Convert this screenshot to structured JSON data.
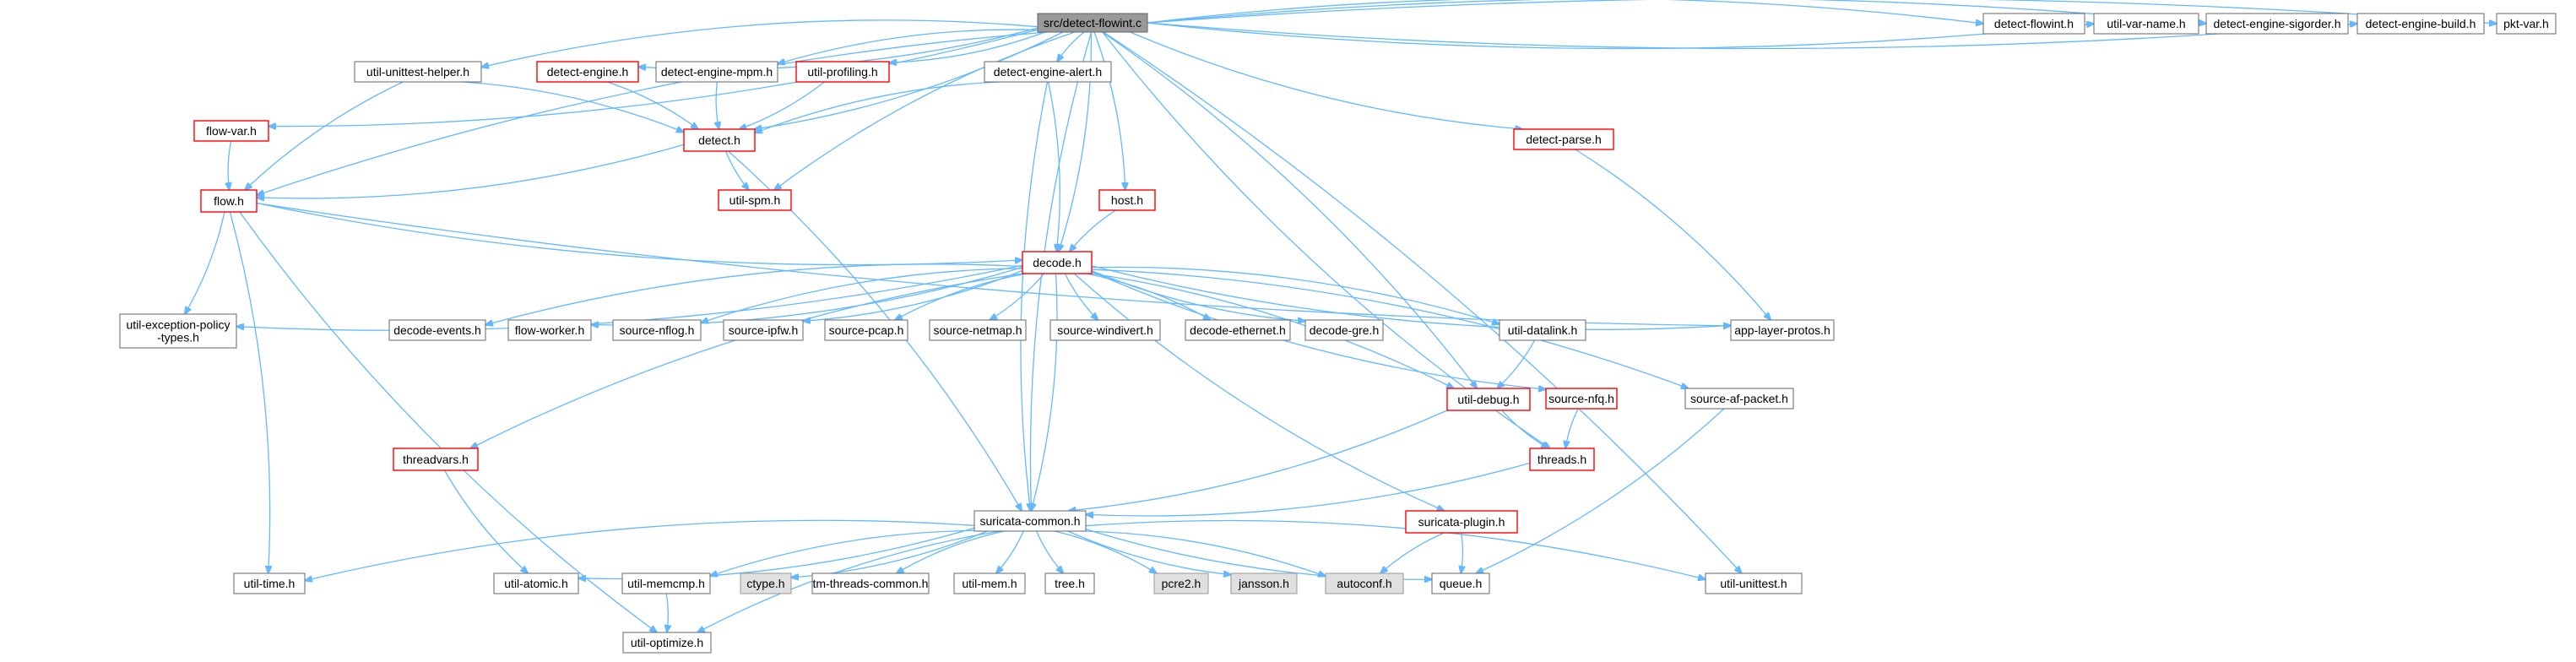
{
  "title": "src/detect-flowint.c",
  "legend_colors": {
    "edge": "#63b8ff",
    "truncated_border": "#ff0000",
    "system_header_fill": "#e0e0e0",
    "root_fill": "#999999"
  },
  "nodes": [
    {
      "id": "root",
      "label": "src/detect-flowint.c",
      "kind": "root"
    },
    {
      "id": "flowvar",
      "label": "flow-var.h",
      "kind": "trunc"
    },
    {
      "id": "unittesthelper",
      "label": "util-unittest-helper.h",
      "kind": "normal"
    },
    {
      "id": "detectengine",
      "label": "detect-engine.h",
      "kind": "trunc"
    },
    {
      "id": "mpm",
      "label": "detect-engine-mpm.h",
      "kind": "normal"
    },
    {
      "id": "profiling",
      "label": "util-profiling.h",
      "kind": "trunc"
    },
    {
      "id": "alert",
      "label": "detect-engine-alert.h",
      "kind": "normal"
    },
    {
      "id": "detecth",
      "label": "detect.h",
      "kind": "trunc"
    },
    {
      "id": "spm",
      "label": "util-spm.h",
      "kind": "trunc"
    },
    {
      "id": "host",
      "label": "host.h",
      "kind": "trunc"
    },
    {
      "id": "parse",
      "label": "detect-parse.h",
      "kind": "trunc"
    },
    {
      "id": "flowint",
      "label": "detect-flowint.h",
      "kind": "normal"
    },
    {
      "id": "varname",
      "label": "util-var-name.h",
      "kind": "normal"
    },
    {
      "id": "sigorder",
      "label": "detect-engine-sigorder.h",
      "kind": "normal"
    },
    {
      "id": "build",
      "label": "detect-engine-build.h",
      "kind": "normal"
    },
    {
      "id": "pktvar",
      "label": "pkt-var.h",
      "kind": "normal"
    },
    {
      "id": "flowh",
      "label": "flow.h",
      "kind": "trunc"
    },
    {
      "id": "decode",
      "label": "decode.h",
      "kind": "trunc"
    },
    {
      "id": "excpol",
      "label": "util-exception-policy\n-types.h",
      "kind": "normal"
    },
    {
      "id": "devents",
      "label": "decode-events.h",
      "kind": "normal"
    },
    {
      "id": "worker",
      "label": "flow-worker.h",
      "kind": "normal"
    },
    {
      "id": "nflog",
      "label": "source-nflog.h",
      "kind": "normal"
    },
    {
      "id": "ipfw",
      "label": "source-ipfw.h",
      "kind": "normal"
    },
    {
      "id": "pcap",
      "label": "source-pcap.h",
      "kind": "normal"
    },
    {
      "id": "netmap",
      "label": "source-netmap.h",
      "kind": "normal"
    },
    {
      "id": "windivert",
      "label": "source-windivert.h",
      "kind": "normal"
    },
    {
      "id": "ethernet",
      "label": "decode-ethernet.h",
      "kind": "normal"
    },
    {
      "id": "gre",
      "label": "decode-gre.h",
      "kind": "normal"
    },
    {
      "id": "datalink",
      "label": "util-datalink.h",
      "kind": "normal"
    },
    {
      "id": "protos",
      "label": "app-layer-protos.h",
      "kind": "normal"
    },
    {
      "id": "debug",
      "label": "util-debug.h",
      "kind": "trunc"
    },
    {
      "id": "nfq",
      "label": "source-nfq.h",
      "kind": "trunc"
    },
    {
      "id": "afpacket",
      "label": "source-af-packet.h",
      "kind": "normal"
    },
    {
      "id": "threadvars",
      "label": "threadvars.h",
      "kind": "trunc"
    },
    {
      "id": "threads",
      "label": "threads.h",
      "kind": "trunc"
    },
    {
      "id": "common",
      "label": "suricata-common.h",
      "kind": "normal"
    },
    {
      "id": "plugin",
      "label": "suricata-plugin.h",
      "kind": "trunc"
    },
    {
      "id": "time",
      "label": "util-time.h",
      "kind": "normal"
    },
    {
      "id": "atomic",
      "label": "util-atomic.h",
      "kind": "normal"
    },
    {
      "id": "memcmp",
      "label": "util-memcmp.h",
      "kind": "normal"
    },
    {
      "id": "ctype",
      "label": "ctype.h",
      "kind": "sys"
    },
    {
      "id": "tmthreads",
      "label": "tm-threads-common.h",
      "kind": "normal"
    },
    {
      "id": "mem",
      "label": "util-mem.h",
      "kind": "normal"
    },
    {
      "id": "tree",
      "label": "tree.h",
      "kind": "normal"
    },
    {
      "id": "pcre2",
      "label": "pcre2.h",
      "kind": "sys"
    },
    {
      "id": "jansson",
      "label": "jansson.h",
      "kind": "sys"
    },
    {
      "id": "autoconf",
      "label": "autoconf.h",
      "kind": "sys"
    },
    {
      "id": "queue",
      "label": "queue.h",
      "kind": "normal"
    },
    {
      "id": "unittest",
      "label": "util-unittest.h",
      "kind": "normal"
    },
    {
      "id": "optimize",
      "label": "util-optimize.h",
      "kind": "normal"
    }
  ],
  "edges": [
    [
      "root",
      "flowvar"
    ],
    [
      "root",
      "unittesthelper"
    ],
    [
      "root",
      "detectengine"
    ],
    [
      "root",
      "mpm"
    ],
    [
      "root",
      "profiling"
    ],
    [
      "root",
      "alert"
    ],
    [
      "root",
      "detecth"
    ],
    [
      "root",
      "spm"
    ],
    [
      "root",
      "host"
    ],
    [
      "root",
      "parse"
    ],
    [
      "root",
      "flowint"
    ],
    [
      "root",
      "varname"
    ],
    [
      "root",
      "sigorder"
    ],
    [
      "root",
      "build"
    ],
    [
      "root",
      "pktvar"
    ],
    [
      "root",
      "flowh"
    ],
    [
      "root",
      "decode"
    ],
    [
      "root",
      "common"
    ],
    [
      "root",
      "debug"
    ],
    [
      "root",
      "threads"
    ],
    [
      "root",
      "unittest"
    ],
    [
      "flowvar",
      "flowh"
    ],
    [
      "unittesthelper",
      "detecth"
    ],
    [
      "unittesthelper",
      "flowh"
    ],
    [
      "detectengine",
      "detecth"
    ],
    [
      "mpm",
      "detecth"
    ],
    [
      "profiling",
      "detecth"
    ],
    [
      "alert",
      "detecth"
    ],
    [
      "alert",
      "decode"
    ],
    [
      "alert",
      "common"
    ],
    [
      "detecth",
      "flowh"
    ],
    [
      "detecth",
      "spm"
    ],
    [
      "detecth",
      "common"
    ],
    [
      "host",
      "decode"
    ],
    [
      "parse",
      "protos"
    ],
    [
      "flowh",
      "decode"
    ],
    [
      "flowh",
      "excpol"
    ],
    [
      "flowh",
      "protos"
    ],
    [
      "flowh",
      "time"
    ],
    [
      "flowh",
      "optimize"
    ],
    [
      "decode",
      "excpol"
    ],
    [
      "decode",
      "devents"
    ],
    [
      "decode",
      "worker"
    ],
    [
      "decode",
      "nflog"
    ],
    [
      "decode",
      "ipfw"
    ],
    [
      "decode",
      "pcap"
    ],
    [
      "decode",
      "netmap"
    ],
    [
      "decode",
      "windivert"
    ],
    [
      "decode",
      "ethernet"
    ],
    [
      "decode",
      "gre"
    ],
    [
      "decode",
      "datalink"
    ],
    [
      "decode",
      "protos"
    ],
    [
      "decode",
      "debug"
    ],
    [
      "decode",
      "nfq"
    ],
    [
      "decode",
      "afpacket"
    ],
    [
      "decode",
      "threadvars"
    ],
    [
      "decode",
      "common"
    ],
    [
      "decode",
      "plugin"
    ],
    [
      "datalink",
      "debug"
    ],
    [
      "debug",
      "threads"
    ],
    [
      "debug",
      "common"
    ],
    [
      "nfq",
      "threads"
    ],
    [
      "afpacket",
      "queue"
    ],
    [
      "threadvars",
      "atomic"
    ],
    [
      "threads",
      "common"
    ],
    [
      "plugin",
      "autoconf"
    ],
    [
      "plugin",
      "queue"
    ],
    [
      "common",
      "time"
    ],
    [
      "common",
      "atomic"
    ],
    [
      "common",
      "memcmp"
    ],
    [
      "common",
      "ctype"
    ],
    [
      "common",
      "tmthreads"
    ],
    [
      "common",
      "mem"
    ],
    [
      "common",
      "tree"
    ],
    [
      "common",
      "pcre2"
    ],
    [
      "common",
      "jansson"
    ],
    [
      "common",
      "autoconf"
    ],
    [
      "common",
      "queue"
    ],
    [
      "common",
      "unittest"
    ],
    [
      "common",
      "optimize"
    ],
    [
      "memcmp",
      "optimize"
    ]
  ]
}
